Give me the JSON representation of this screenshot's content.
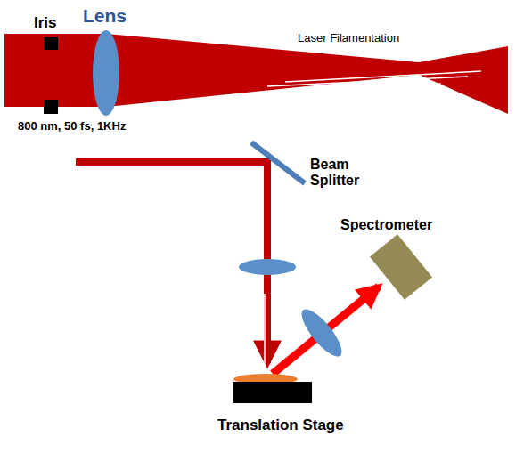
{
  "diagram": {
    "labels": [
      "Iris",
      "Lens",
      "800 nm, 50 fs, 1KHz",
      "Laser Filamentation",
      "Beam Splitter",
      "Spectrometer",
      "Translation Stage"
    ]
  }
}
